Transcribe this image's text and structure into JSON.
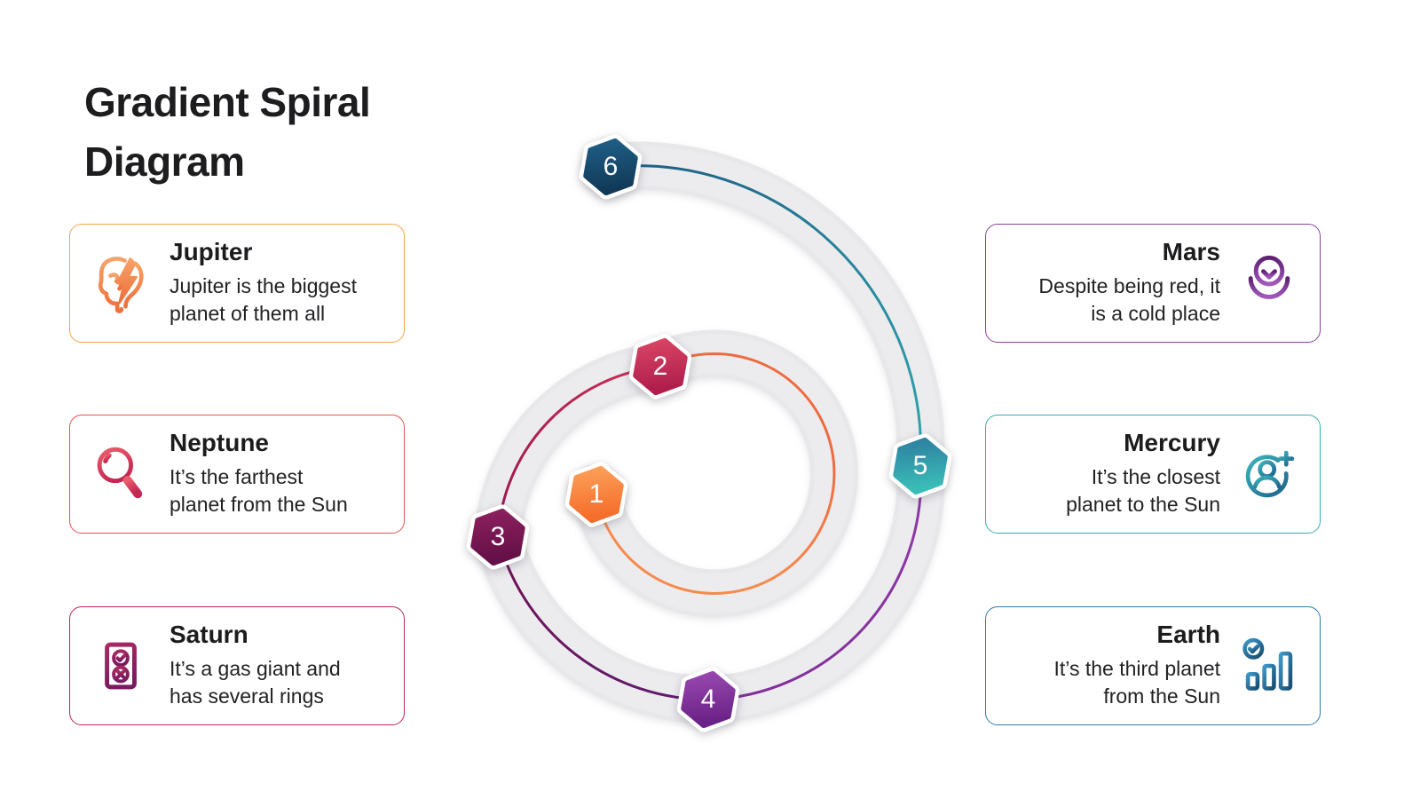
{
  "title": {
    "text": "Gradient Spiral\nDiagram"
  },
  "cards": {
    "left": [
      {
        "title": "Jupiter",
        "body": "Jupiter is the biggest\nplanet of them all",
        "accent": "#F2A44C",
        "icon": "brain-bolt-icon"
      },
      {
        "title": "Neptune",
        "body": "It’s the farthest\nplanet from the Sun",
        "accent": "#E25350",
        "icon": "magnifier-icon"
      },
      {
        "title": "Saturn",
        "body": "It’s a gas giant and\nhas several rings",
        "accent": "#BC2660",
        "icon": "ballot-check-icon"
      }
    ],
    "right": [
      {
        "title": "Mars",
        "body": "Despite being red, it\nis a cold place",
        "accent": "#8C3F9F",
        "icon": "download-cup-icon"
      },
      {
        "title": "Mercury",
        "body": "It’s the closest\nplanet to the Sun",
        "accent": "#3AACB5",
        "icon": "add-user-icon"
      },
      {
        "title": "Earth",
        "body": "It’s the third planet\nfrom the Sun",
        "accent": "#2D7CB0",
        "icon": "bar-chart-check-icon"
      }
    ]
  },
  "spiral": {
    "band_color": "#E8E8EB",
    "nodes": [
      {
        "number": "1",
        "color_top": "#FDA35C",
        "color_bottom": "#F56E2B"
      },
      {
        "number": "2",
        "color_top": "#DC4766",
        "color_bottom": "#B01E4D"
      },
      {
        "number": "3",
        "color_top": "#8F2160",
        "color_bottom": "#651048"
      },
      {
        "number": "4",
        "color_top": "#9B4BB3",
        "color_bottom": "#6B2286"
      },
      {
        "number": "5",
        "color_top": "#2C7C9F",
        "color_bottom": "#3ABCB6"
      },
      {
        "number": "6",
        "color_top": "#20618A",
        "color_bottom": "#123A58"
      }
    ],
    "segments": [
      {
        "from": "1",
        "to": "2",
        "color_start": "#F78A4C",
        "color_end": "#EF6A3F"
      },
      {
        "from": "2",
        "to": "3",
        "color_start": "#CE2E53",
        "color_end": "#97174F"
      },
      {
        "from": "3",
        "to": "4",
        "color_start": "#701355",
        "color_end": "#5E1C6F"
      },
      {
        "from": "4",
        "to": "5",
        "color_start": "#7F2D97",
        "color_end": "#8F38A8"
      },
      {
        "from": "5",
        "to": "6",
        "color_start": "#2FA5AE",
        "color_end": "#1D5C82"
      }
    ]
  }
}
